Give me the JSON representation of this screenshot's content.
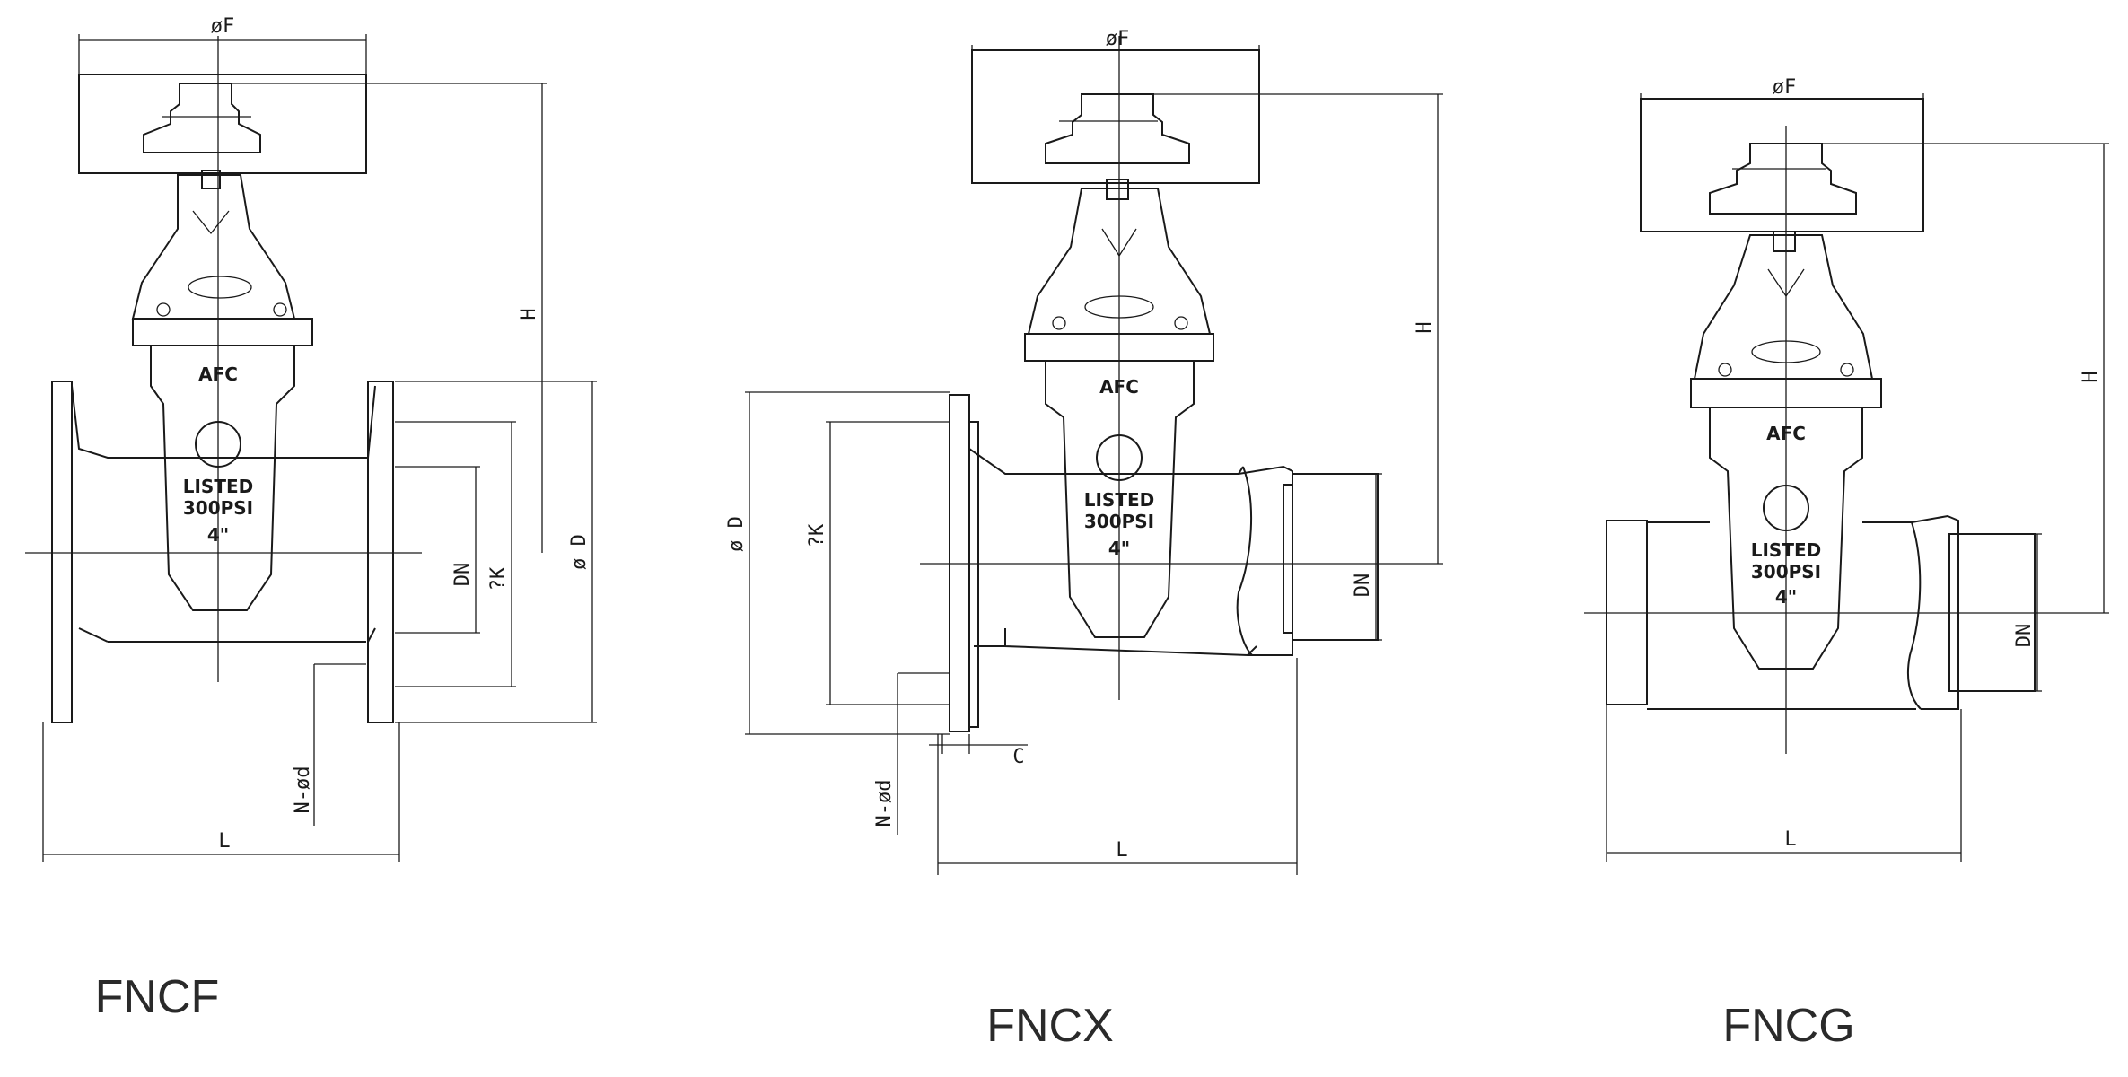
{
  "diagrams": [
    {
      "id": "fncf",
      "title": "FNCF",
      "labels": {
        "handwheel": "øF",
        "height": "H",
        "nominal": "DN",
        "pcd": "?K",
        "flange_od": "ø D",
        "bolts": "N-ød",
        "length": "L"
      },
      "body_marks": {
        "brand": "AFC",
        "listed": "LISTED",
        "rating": "300PSI",
        "size": "4\""
      }
    },
    {
      "id": "fncx",
      "title": "FNCX",
      "labels": {
        "handwheel": "øF",
        "height": "H",
        "nominal": "DN",
        "pcd": "?K",
        "flange_od": "ø D",
        "bolts": "N-ød",
        "thickness": "C",
        "length": "L"
      },
      "body_marks": {
        "brand": "AFC",
        "listed": "LISTED",
        "rating": "300PSI",
        "size": "4\""
      }
    },
    {
      "id": "fncg",
      "title": "FNCG",
      "labels": {
        "handwheel": "øF",
        "height": "H",
        "nominal": "DN",
        "length": "L"
      },
      "body_marks": {
        "brand": "AFC",
        "listed": "LISTED",
        "rating": "300PSI",
        "size": "4\""
      }
    }
  ]
}
